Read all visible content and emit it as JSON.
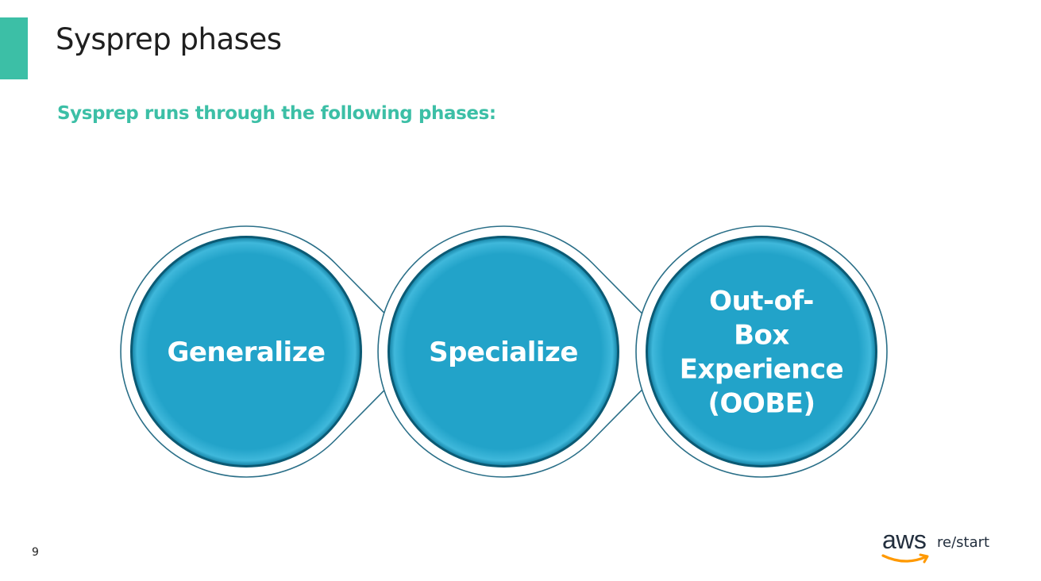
{
  "slide": {
    "title": "Sysprep phases",
    "subtitle": "Sysprep runs through the following phases:",
    "page_number": "9"
  },
  "diagram": {
    "phases": [
      {
        "lines": [
          "Generalize"
        ]
      },
      {
        "lines": [
          "Specialize"
        ]
      },
      {
        "lines": [
          "Out-of-",
          "Box",
          "Experience",
          "(OOBE)"
        ]
      }
    ],
    "colors": {
      "fill": "#22a3c9",
      "ring": "#0b5a74",
      "outline": "#2a6f88",
      "text": "#ffffff"
    }
  },
  "logo": {
    "brand": "aws",
    "product": "re/start",
    "smile_color": "#ff9900"
  },
  "colors": {
    "accent": "#3cbfa6",
    "title": "#1f1f1f"
  }
}
